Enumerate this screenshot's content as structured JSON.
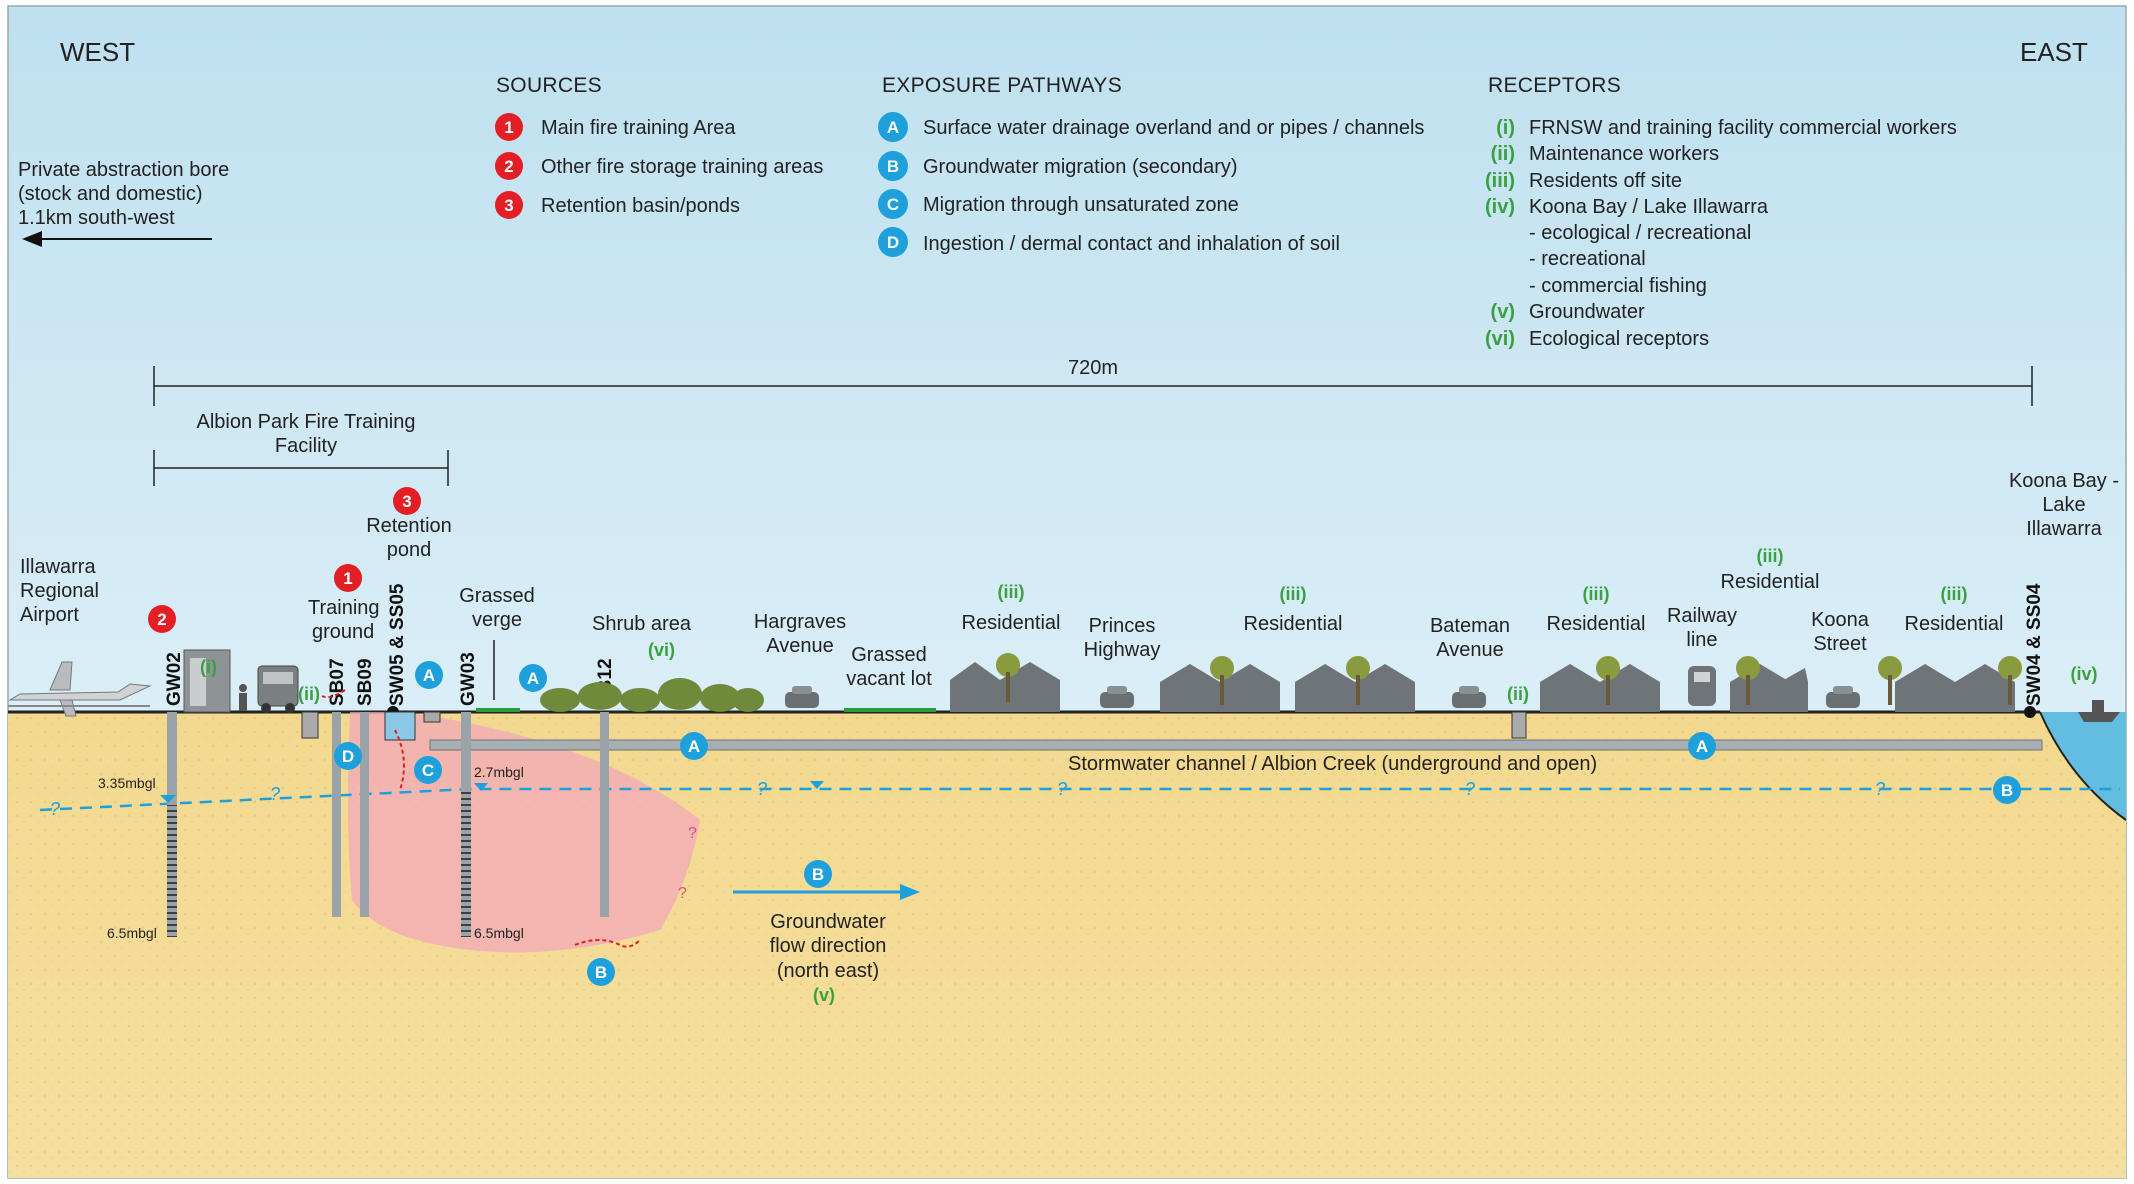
{
  "compass": {
    "west": "WEST",
    "east": "EAST"
  },
  "abstraction_bore": {
    "line1": "Private abstraction bore",
    "line2": "(stock and domestic)",
    "line3": "1.1km south-west"
  },
  "sources": {
    "title": "SOURCES",
    "items": [
      {
        "num": "1",
        "label": "Main fire training Area"
      },
      {
        "num": "2",
        "label": "Other fire storage training areas"
      },
      {
        "num": "3",
        "label": "Retention basin/ponds"
      }
    ]
  },
  "pathways": {
    "title": "EXPOSURE PATHWAYS",
    "items": [
      {
        "code": "A",
        "label": "Surface water drainage overland and or pipes / channels"
      },
      {
        "code": "B",
        "label": "Groundwater migration (secondary)"
      },
      {
        "code": "C",
        "label": "Migration through unsaturated zone"
      },
      {
        "code": "D",
        "label": "Ingestion / dermal contact and inhalation of soil"
      }
    ]
  },
  "receptors": {
    "title": "RECEPTORS",
    "items": [
      {
        "num": "(i)",
        "label": "FRNSW and training facility commercial workers"
      },
      {
        "num": "(ii)",
        "label": "Maintenance workers"
      },
      {
        "num": "(iii)",
        "label": "Residents off site"
      },
      {
        "num": "(iv)",
        "label": "Koona Bay / Lake Illawarra"
      },
      {
        "num": "",
        "label": "- ecological / recreational"
      },
      {
        "num": "",
        "label": "- recreational"
      },
      {
        "num": "",
        "label": "- commercial fishing"
      },
      {
        "num": "(v)",
        "label": "Groundwater"
      },
      {
        "num": "(vi)",
        "label": "Ecological receptors"
      }
    ]
  },
  "distance": "720m",
  "facility": {
    "line1": "Albion Park Fire Training",
    "line2": "Facility"
  },
  "site_labels": {
    "airport_1": "Illawarra",
    "airport_2": "Regional",
    "airport_3": "Airport",
    "training_1": "Training",
    "training_2": "ground",
    "retention_1": "Retention",
    "retention_2": "pond",
    "grassed_verge_1": "Grassed",
    "grassed_verge_2": "verge",
    "shrub_area": "Shrub area",
    "hargraves_1": "Hargraves",
    "hargraves_2": "Avenue",
    "vacant_1": "Grassed",
    "vacant_2": "vacant lot",
    "princes_1": "Princes",
    "princes_2": "Highway",
    "bateman_1": "Bateman",
    "bateman_2": "Avenue",
    "railway_1": "Railway",
    "railway_2": "line",
    "koona_st_1": "Koona",
    "koona_st_2": "Street",
    "koona_bay_1": "Koona Bay -",
    "koona_bay_2": "Lake",
    "koona_bay_3": "Illawarra",
    "residential": "Residential"
  },
  "receptor_tags": {
    "i": "(i)",
    "ii": "(ii)",
    "iii": "(iii)",
    "iv": "(iv)",
    "v": "(v)",
    "vi": "(vi)"
  },
  "wells": {
    "gw02": "GW02",
    "sb07": "SB07",
    "sb09": "SB09",
    "sw05": "SW05 & SS05",
    "gw03": "GW03",
    "sb12": "SB12",
    "sw04": "SW04 & SS04"
  },
  "depths": {
    "gw02_water": "3.35mbgl",
    "gw02_base": "6.5mbgl",
    "gw03_water": "2.7mbgl",
    "gw03_base": "6.5mbgl"
  },
  "stormwater": "Stormwater channel / Albion Creek (underground and open)",
  "gw_flow": {
    "line1": "Groundwater",
    "line2": "flow direction",
    "line3": "(north east)"
  },
  "unknown_mark": "?",
  "colors": {
    "source_red": "#e31e24",
    "pathway_blue": "#1ea0dc",
    "receptor_green": "#3aa040",
    "plume_pink": "#f2a8b8",
    "soil": "#f0d58c",
    "sky_top": "#cfe8f3",
    "sky_bottom": "#eef7fb"
  }
}
